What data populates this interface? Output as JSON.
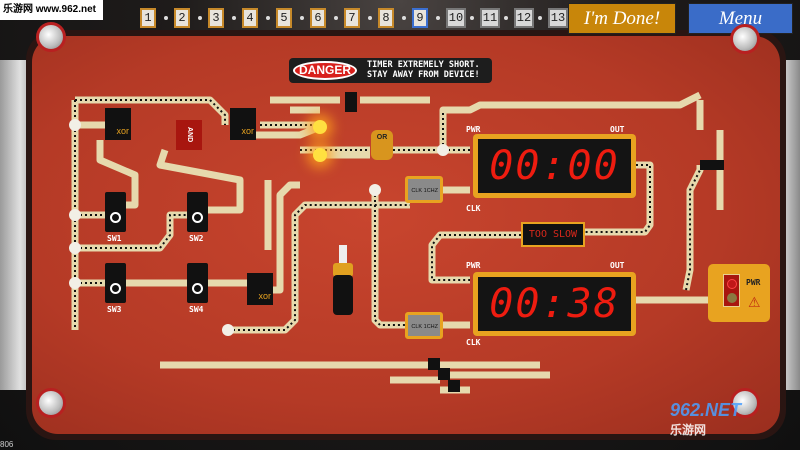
{
  "watermark": "乐游网 www.962.net",
  "levels": [
    {
      "label": "1",
      "state": "done"
    },
    {
      "label": "2",
      "state": "done"
    },
    {
      "label": "3",
      "state": "done"
    },
    {
      "label": "4",
      "state": "done"
    },
    {
      "label": "5",
      "state": "done"
    },
    {
      "label": "6",
      "state": "done"
    },
    {
      "label": "7",
      "state": "done"
    },
    {
      "label": "8",
      "state": "done"
    },
    {
      "label": "9",
      "state": "current"
    },
    {
      "label": "10",
      "state": "locked"
    },
    {
      "label": "11",
      "state": "locked"
    },
    {
      "label": "12",
      "state": "locked"
    },
    {
      "label": "13",
      "state": "locked"
    }
  ],
  "buttons": {
    "done": "I'm Done!",
    "menu": "Menu"
  },
  "colors": {
    "done": "#c8860a",
    "menu": "#3a6cc8",
    "board": "#b83a28",
    "digits": "#ee1c10",
    "trim": "#e8a320"
  },
  "danger": {
    "badge": "DANGER",
    "line1": "TIMER EXTREMELY SHORT.",
    "line2": "STAY AWAY FROM DEVICE!"
  },
  "switches": [
    {
      "label": "SW1",
      "state": "OFF"
    },
    {
      "label": "SW2",
      "state": "OFF"
    },
    {
      "label": "SW3",
      "state": "OFF"
    },
    {
      "label": "SW4",
      "state": "OFF"
    }
  ],
  "gates": {
    "xor": "xor",
    "and": "AND",
    "or": "OR"
  },
  "clock": {
    "label": "CLK 1CHZ"
  },
  "timers": [
    {
      "value": "00:00",
      "pwr": "PWR",
      "out": "OUT",
      "clk": "CLK"
    },
    {
      "value": "00:38",
      "pwr": "PWR",
      "out": "OUT",
      "clk": "CLK"
    }
  ],
  "too_slow": "TOO SLOW",
  "power_module": {
    "label": "PWR"
  },
  "corner_text": "806",
  "logo": "962.NET 乐游网"
}
